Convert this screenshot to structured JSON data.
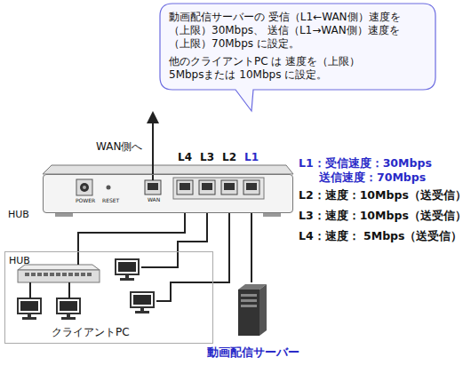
{
  "diagram": {
    "nodes": [
      {
        "text": [
          "動画配信サーバーの 受信（L1←WAN側）速度を（上限）30Mbps、 送信（L1→WAN側）速度を（上限）70Mbps に設定。",
          "他のクライアントPC は 速度を（上限）5Mbpsまたは 10Mbps に設定。"
        ]
      },
      {
        "text": [
          "HUB",
          "POWER",
          "RESET",
          "WAN"
        ]
      },
      {
        "text": [
          "HUB",
          "クライアントPC"
        ]
      },
      {
        "text": [
          "動画配信サーバー"
        ]
      }
    ],
    "edges": [
      {
        "from": 1,
        "to": 3,
        "arrow": "none"
      },
      {
        "from": 1,
        "to": 2,
        "arrow": "none"
      },
      {
        "from": 1,
        "to": 2,
        "arrow": "none"
      },
      {
        "from": 1,
        "to": 2,
        "arrow": "none"
      }
    ],
    "labels": [
      "WAN側へ",
      "L4",
      "L3",
      "L2",
      "L1",
      "L1：受信速度：30Mbps",
      "送信速度：70Mbps",
      "L2：速度：10Mbps（送受信）",
      "L3：速度：10Mbps（送受信）",
      "L4：速度： 5Mbps（送受信）"
    ]
  }
}
